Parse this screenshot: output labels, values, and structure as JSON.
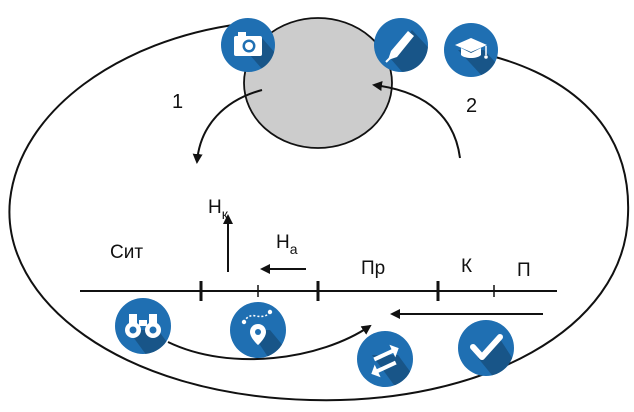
{
  "colors": {
    "badge": "#1f6fb2",
    "badge_shadow": "#123f66",
    "blob": "#cccccc",
    "ink": "#111111"
  },
  "numbers": {
    "left": "1",
    "right": "2"
  },
  "labels": {
    "sit": "Сит",
    "nk_main": "Н",
    "nk_sub": "к",
    "na_main": "Н",
    "na_sub": "а",
    "pr": "Пр",
    "k": "К",
    "p": "П"
  },
  "icons": {
    "camera": "camera-icon",
    "pencil": "pencil-icon",
    "graduation": "graduation-cap-icon",
    "binoculars": "binoculars-icon",
    "map_route": "map-route-icon",
    "swap": "swap-arrows-icon",
    "check": "checkmark-icon"
  }
}
